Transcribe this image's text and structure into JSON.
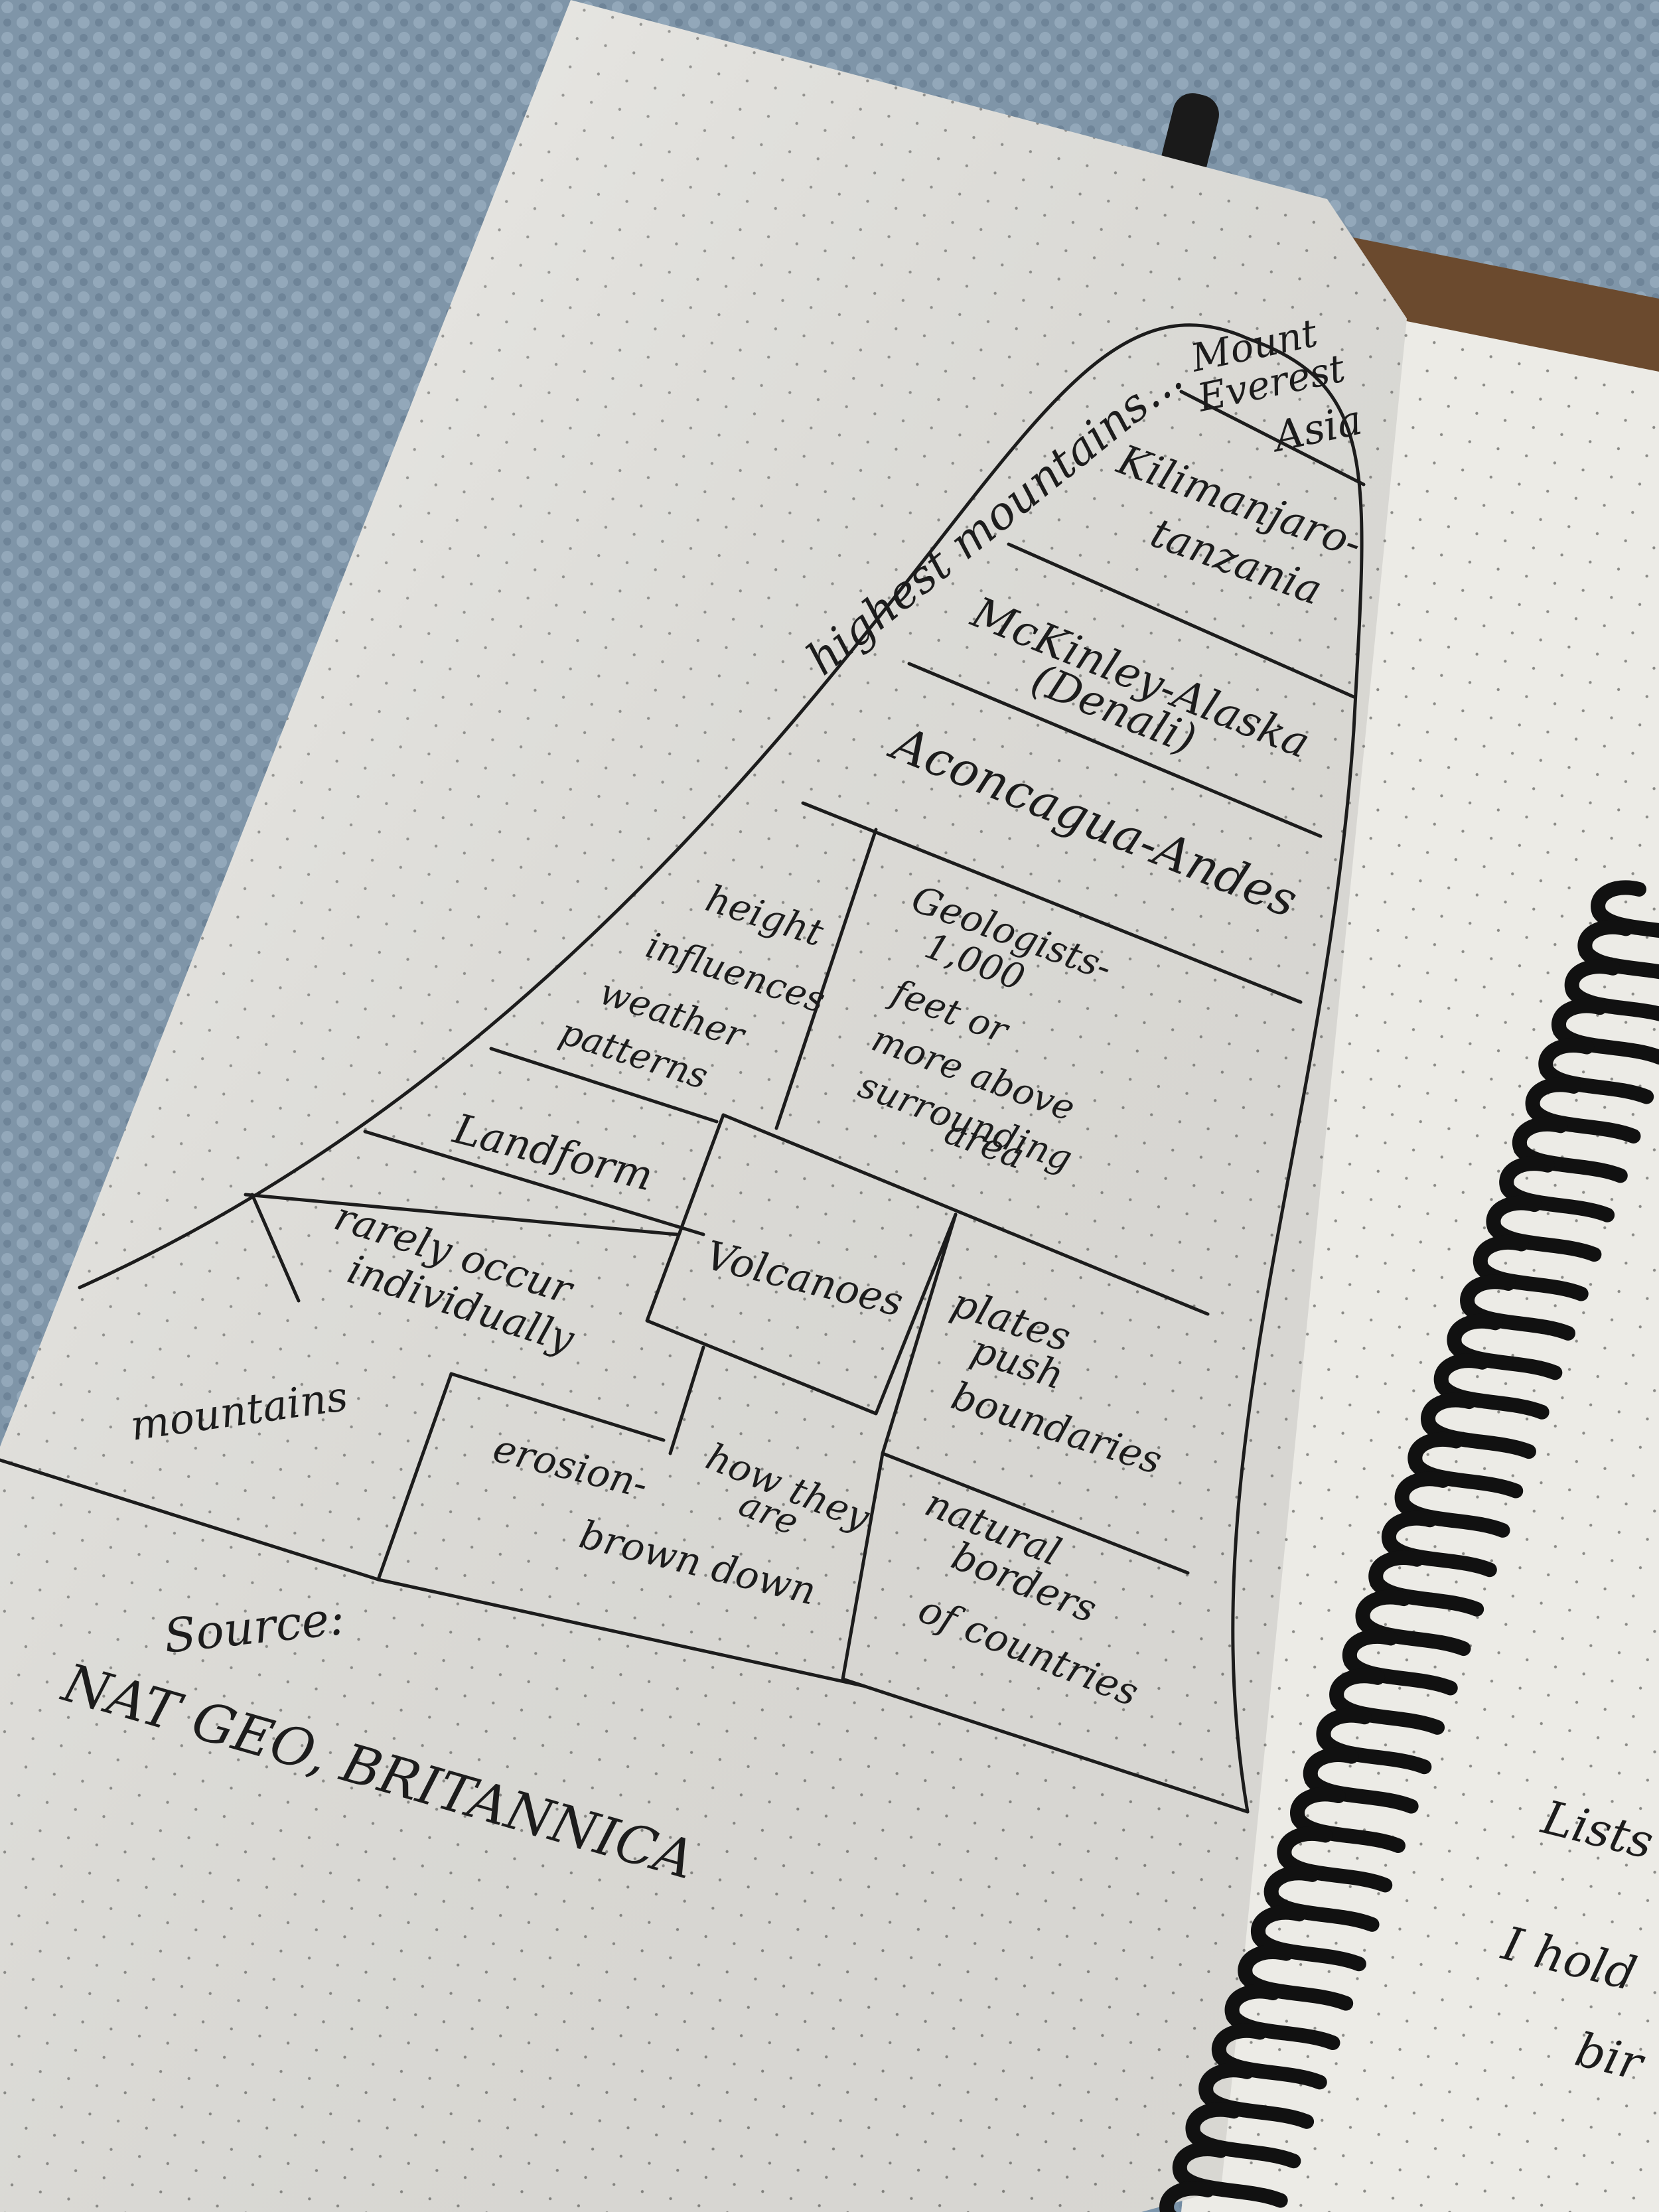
{
  "top_label": "highest mountains...",
  "tiers": {
    "everest_1": "Mount",
    "everest_2": "Everest",
    "everest_3": "Asia",
    "kili_1": "Kilimanjaro-",
    "kili_2": "tanzania",
    "mckinley_1": "McKinley-Alaska",
    "mckinley_2": "(Denali)",
    "aconcagua": "Aconcagua-Andes"
  },
  "cells": {
    "height_1": "height",
    "height_2": "influences",
    "height_3": "weather",
    "height_4": "patterns",
    "geo_1": "Geologists-",
    "geo_2": "1,000",
    "geo_3": "feet or",
    "geo_4": "more above",
    "geo_5": "surrounding",
    "geo_6": "area",
    "landform": "Landform",
    "volcanoes": "Volcanoes",
    "rarely_1": "rarely occur",
    "rarely_2": "individually",
    "plates_1": "plates",
    "plates_2": "push",
    "plates_3": "boundaries",
    "mountains": "mountains",
    "erosion_1": "erosion-",
    "erosion_2": "brown down",
    "how_1": "how they",
    "how_2": "are",
    "natural_1": "natural",
    "natural_2": "borders",
    "natural_3": "of countries"
  },
  "source": {
    "label": "Source:",
    "text": "NAT GEO, BRITANNICA"
  },
  "next_page": {
    "line1": "Lists",
    "line2": "I hold",
    "line3": "bir"
  },
  "colors": {
    "blanket": "#7f95a8",
    "paper": "#ecebe6",
    "ink": "#1c1c1c",
    "coil": "#111111"
  }
}
